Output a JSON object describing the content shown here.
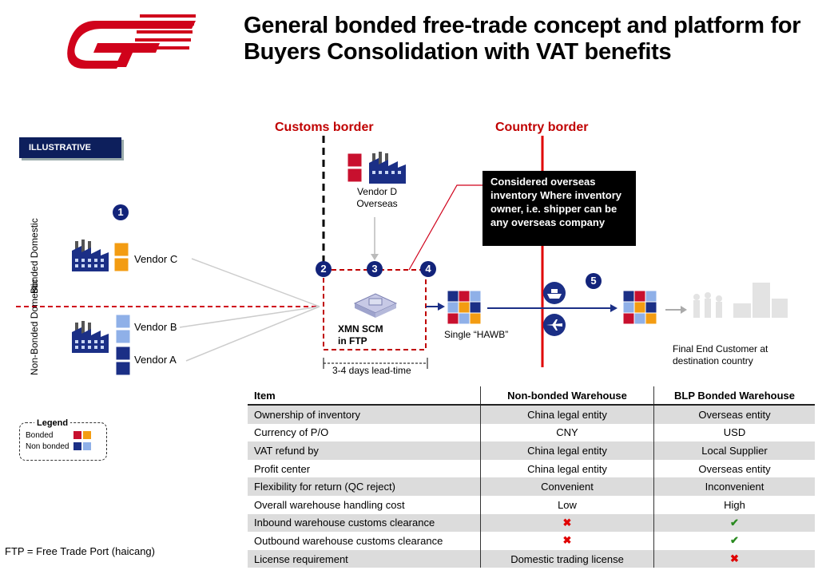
{
  "title": "General bonded free-trade concept and platform for Buyers Consolidation with VAT benefits",
  "badge": "ILLUSTRATIVE",
  "borders": {
    "customs": "Customs border",
    "country": "Country border"
  },
  "steps": [
    "1",
    "2",
    "3",
    "4",
    "5"
  ],
  "rows_labels": {
    "bonded": "Bonded Domestic",
    "non_bonded": "Non-Bonded Domestic"
  },
  "vendors": {
    "c": "Vendor  C",
    "b": "Vendor B",
    "a": "Vendor  A",
    "d": "Vendor D Overseas"
  },
  "hub": {
    "line1": "XMN SCM",
    "line2": "in  FTP",
    "lead_time": "3-4 days lead-time"
  },
  "hawb": "Single “HAWB”",
  "callout": "Considered overseas inventory Where inventory owner, i.e. shipper can be any overseas company",
  "final": "Final End Customer at destination country",
  "legend": {
    "title": "Legend",
    "bonded": "Bonded",
    "non_bonded": "Non bonded"
  },
  "footnote": "FTP = Free Trade Port (haicang)",
  "colors": {
    "red": "#c00000",
    "navy": "#12237a",
    "bonded_a": "#c8102e",
    "bonded_b": "#f39c12",
    "nb_a": "#1b2f86",
    "nb_b": "#8fb0e8"
  },
  "table": {
    "headers": [
      "Item",
      "Non-bonded Warehouse",
      "BLP Bonded Warehouse"
    ],
    "rows": [
      [
        "Ownership of inventory",
        "China legal entity",
        "Overseas entity"
      ],
      [
        "Currency of P/O",
        "CNY",
        "USD"
      ],
      [
        "VAT refund by",
        "China legal entity",
        "Local Supplier"
      ],
      [
        "Profit center",
        "China legal entity",
        "Overseas entity"
      ],
      [
        "Flexibility for return (QC reject)",
        "Convenient",
        "Inconvenient"
      ],
      [
        "Overall warehouse handling cost",
        "Low",
        "High"
      ],
      [
        "Inbound warehouse customs clearance",
        "✖",
        "✔"
      ],
      [
        "Outbound warehouse customs clearance",
        "✖",
        "✔"
      ],
      [
        "License requirement",
        "Domestic trading license",
        "✖"
      ]
    ]
  }
}
